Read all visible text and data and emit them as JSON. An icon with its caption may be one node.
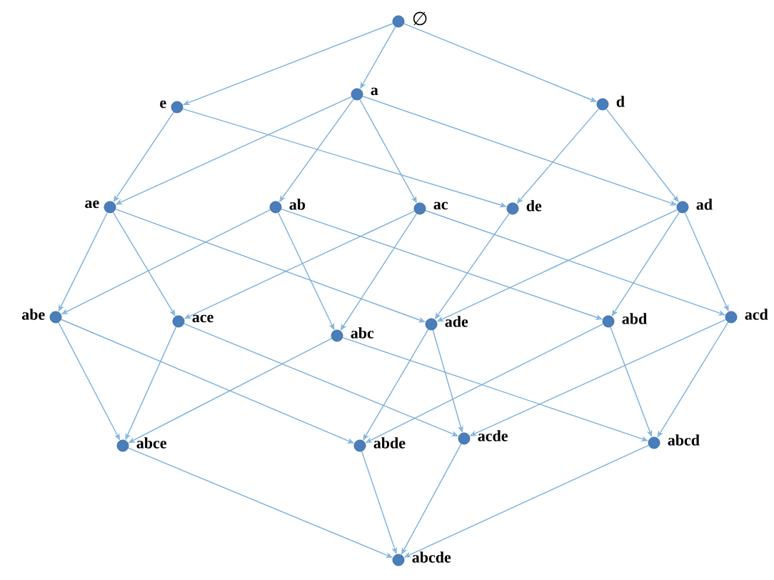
{
  "diagram": {
    "nodes": [
      {
        "text": [
          "∅"
        ]
      },
      {
        "text": [
          "e"
        ]
      },
      {
        "text": [
          "a"
        ]
      },
      {
        "text": [
          "d"
        ]
      },
      {
        "text": [
          "ae"
        ]
      },
      {
        "text": [
          "ab"
        ]
      },
      {
        "text": [
          "ac"
        ]
      },
      {
        "text": [
          "de"
        ]
      },
      {
        "text": [
          "ad"
        ]
      },
      {
        "text": [
          "abe"
        ]
      },
      {
        "text": [
          "ace"
        ]
      },
      {
        "text": [
          "abc"
        ]
      },
      {
        "text": [
          "ade"
        ]
      },
      {
        "text": [
          "abd"
        ]
      },
      {
        "text": [
          "acd"
        ]
      },
      {
        "text": [
          "abce"
        ]
      },
      {
        "text": [
          "abde"
        ]
      },
      {
        "text": [
          "acde"
        ]
      },
      {
        "text": [
          "abcd"
        ]
      },
      {
        "text": [
          "abcde"
        ]
      }
    ],
    "edges": [
      {
        "from": 0,
        "to": 1,
        "arrow": "to"
      },
      {
        "from": 0,
        "to": 2,
        "arrow": "to"
      },
      {
        "from": 0,
        "to": 3,
        "arrow": "to"
      },
      {
        "from": 1,
        "to": 4,
        "arrow": "to"
      },
      {
        "from": 1,
        "to": 7,
        "arrow": "to"
      },
      {
        "from": 2,
        "to": 4,
        "arrow": "to"
      },
      {
        "from": 2,
        "to": 5,
        "arrow": "to"
      },
      {
        "from": 2,
        "to": 6,
        "arrow": "to"
      },
      {
        "from": 2,
        "to": 8,
        "arrow": "to"
      },
      {
        "from": 3,
        "to": 7,
        "arrow": "to"
      },
      {
        "from": 3,
        "to": 8,
        "arrow": "to"
      },
      {
        "from": 4,
        "to": 9,
        "arrow": "to"
      },
      {
        "from": 4,
        "to": 10,
        "arrow": "to"
      },
      {
        "from": 4,
        "to": 12,
        "arrow": "to"
      },
      {
        "from": 5,
        "to": 9,
        "arrow": "to"
      },
      {
        "from": 5,
        "to": 11,
        "arrow": "to"
      },
      {
        "from": 5,
        "to": 13,
        "arrow": "to"
      },
      {
        "from": 6,
        "to": 10,
        "arrow": "to"
      },
      {
        "from": 6,
        "to": 11,
        "arrow": "to"
      },
      {
        "from": 6,
        "to": 14,
        "arrow": "to"
      },
      {
        "from": 7,
        "to": 12,
        "arrow": "to"
      },
      {
        "from": 8,
        "to": 12,
        "arrow": "to"
      },
      {
        "from": 8,
        "to": 13,
        "arrow": "to"
      },
      {
        "from": 8,
        "to": 14,
        "arrow": "to"
      },
      {
        "from": 9,
        "to": 15,
        "arrow": "to"
      },
      {
        "from": 9,
        "to": 16,
        "arrow": "to"
      },
      {
        "from": 10,
        "to": 15,
        "arrow": "to"
      },
      {
        "from": 10,
        "to": 17,
        "arrow": "to"
      },
      {
        "from": 11,
        "to": 15,
        "arrow": "to"
      },
      {
        "from": 11,
        "to": 18,
        "arrow": "to"
      },
      {
        "from": 12,
        "to": 16,
        "arrow": "to"
      },
      {
        "from": 12,
        "to": 17,
        "arrow": "to"
      },
      {
        "from": 13,
        "to": 16,
        "arrow": "to"
      },
      {
        "from": 13,
        "to": 18,
        "arrow": "to"
      },
      {
        "from": 14,
        "to": 17,
        "arrow": "to"
      },
      {
        "from": 14,
        "to": 18,
        "arrow": "to"
      },
      {
        "from": 15,
        "to": 19,
        "arrow": "to"
      },
      {
        "from": 16,
        "to": 19,
        "arrow": "to"
      },
      {
        "from": 17,
        "to": 19,
        "arrow": "to"
      },
      {
        "from": 18,
        "to": 19,
        "arrow": "to"
      }
    ]
  }
}
